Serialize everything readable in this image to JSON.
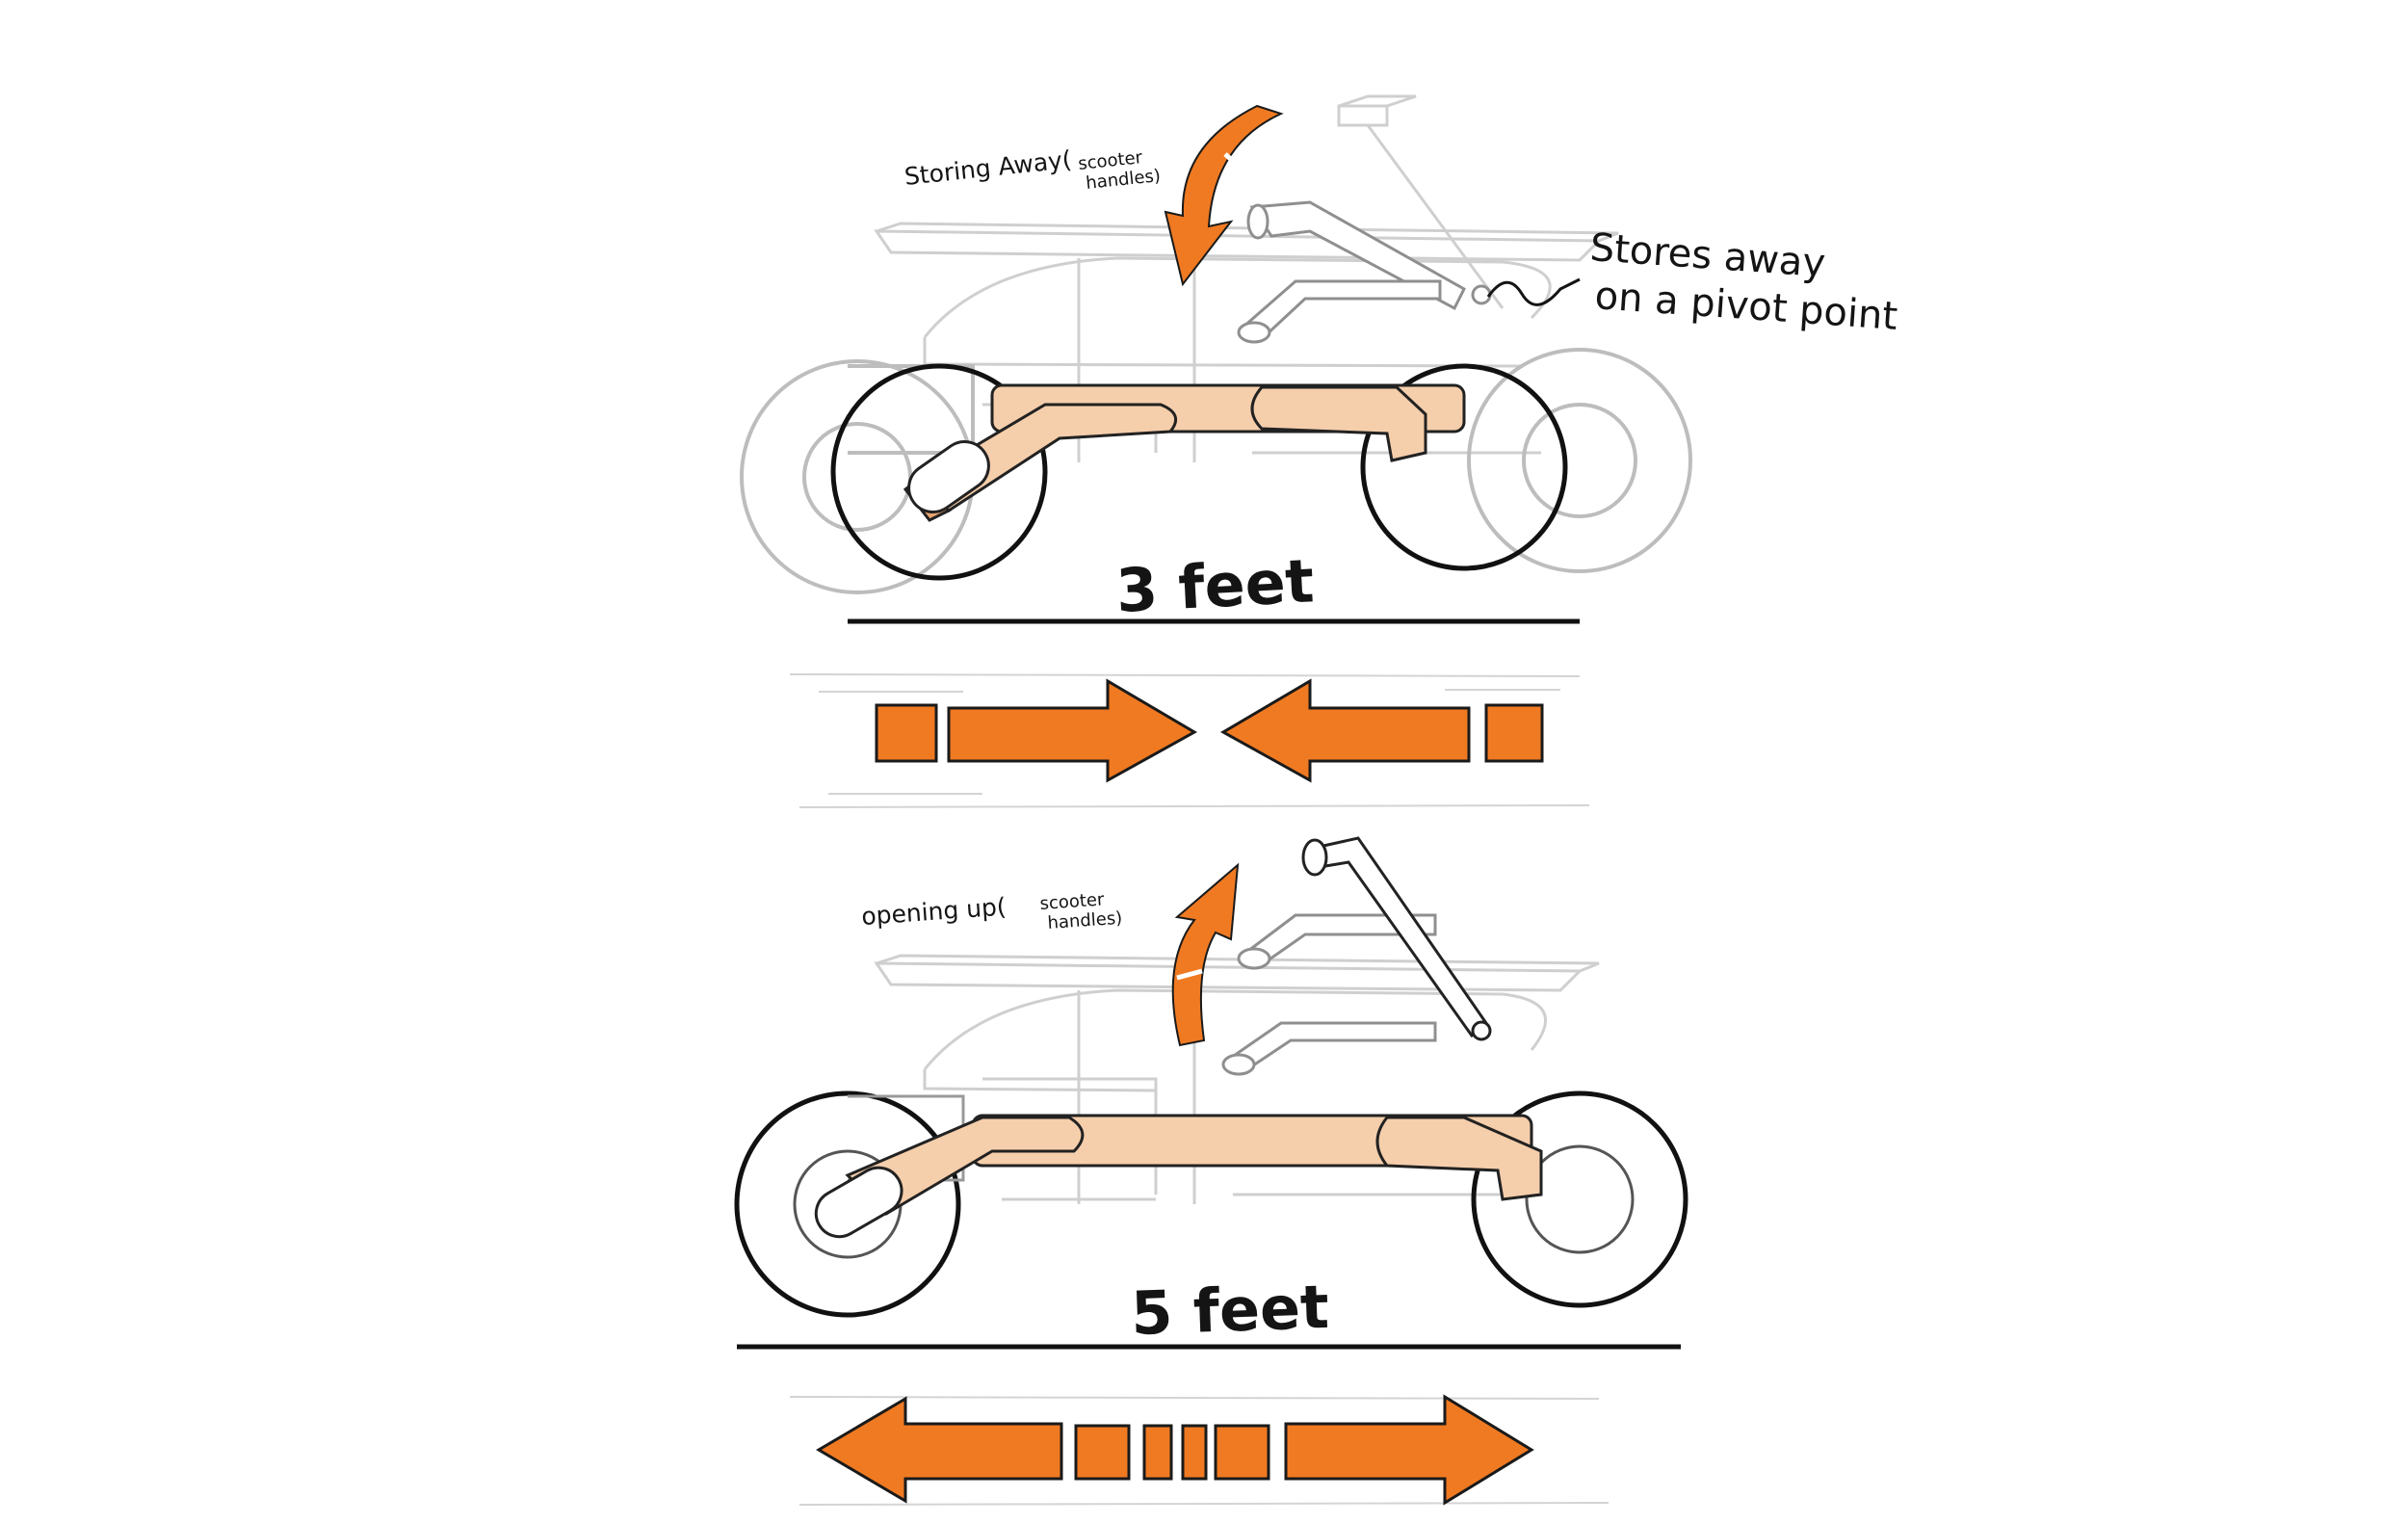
{
  "colors": {
    "orange": "#f07a22",
    "orange_stroke": "#1a1a1a",
    "tube": "#f5ceab",
    "tube_stroke": "#222222",
    "ghost": "#bdbdbd",
    "ghost_light": "#d8d8d8",
    "ink": "#141414"
  },
  "top_view": {
    "note_storing": "Storing Away(",
    "note_storing_sub1": "scooter",
    "note_storing_sub2": "handles)",
    "note_pivot_line1": "Stores away",
    "note_pivot_line2": "on a pivot point",
    "length_label": "3 feet"
  },
  "bottom_view": {
    "note_opening": "opening up(",
    "note_opening_sub1": "scooter",
    "note_opening_sub2": "handles)",
    "length_label": "5 feet"
  },
  "icons": {
    "compress_arrows": "arrows-pointing-inward",
    "expand_arrows": "arrows-pointing-outward",
    "fold_arrow": "curved-arrow-down",
    "unfold_arrow": "curved-arrow-up"
  }
}
